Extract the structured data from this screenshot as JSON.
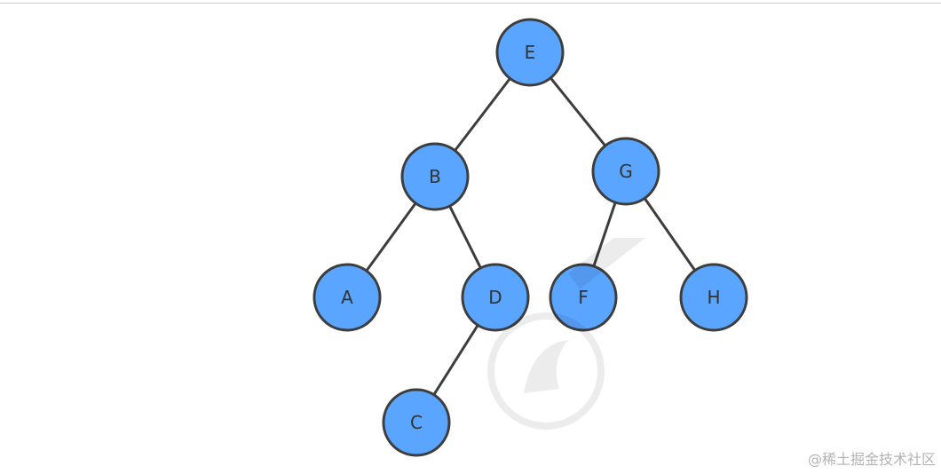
{
  "diagram": {
    "colors": {
      "node_fill": "#5aa5ff",
      "node_stroke": "#3d3d3d",
      "edge": "#3d3d3d",
      "label": "#333333"
    },
    "nodes": [
      {
        "id": "E",
        "label": "E"
      },
      {
        "id": "B",
        "label": "B"
      },
      {
        "id": "G",
        "label": "G"
      },
      {
        "id": "A",
        "label": "A"
      },
      {
        "id": "D",
        "label": "D"
      },
      {
        "id": "F",
        "label": "F"
      },
      {
        "id": "H",
        "label": "H"
      },
      {
        "id": "C",
        "label": "C"
      }
    ],
    "edges": [
      {
        "from": "E",
        "to": "B"
      },
      {
        "from": "E",
        "to": "G"
      },
      {
        "from": "B",
        "to": "A"
      },
      {
        "from": "B",
        "to": "D"
      },
      {
        "from": "D",
        "to": "C"
      },
      {
        "from": "G",
        "to": "F"
      },
      {
        "from": "G",
        "to": "H"
      }
    ]
  },
  "watermark": {
    "footer_text": "@稀土掘金技术社区"
  }
}
